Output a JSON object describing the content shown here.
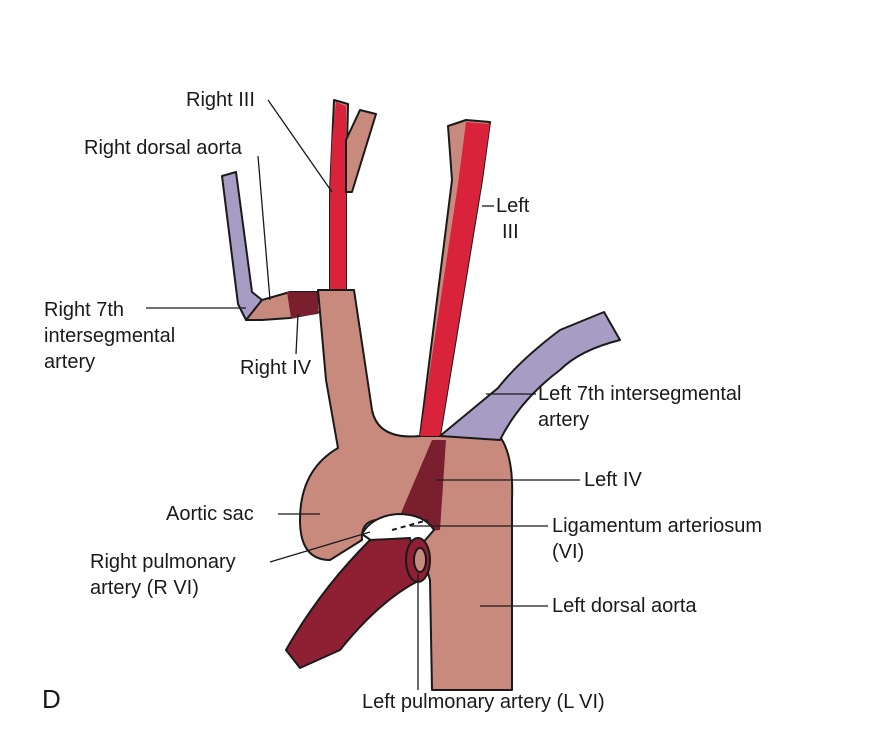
{
  "figure": {
    "panel_letter": "D",
    "labels": {
      "right_iii": "Right III",
      "right_dorsal_aorta": "Right dorsal aorta",
      "left_iii_1": "Left",
      "left_iii_2": "III",
      "right_7th_1": "Right 7th",
      "right_7th_2": "intersegmental",
      "right_7th_3": "artery",
      "right_iv": "Right IV",
      "left_7th_1": "Left 7th intersegmental",
      "left_7th_2": "artery",
      "left_iv": "Left IV",
      "aortic_sac": "Aortic sac",
      "ligamentum_1": "Ligamentum arteriosum",
      "ligamentum_2": "(VI)",
      "right_pulm_1": "Right pulmonary",
      "right_pulm_2": "artery (R VI)",
      "left_dorsal_aorta": "Left dorsal aorta",
      "left_pulmonary": "Left pulmonary artery (L VI)"
    },
    "colors": {
      "aortic_tissue": "#c98a7e",
      "arch_iii": "#d9233a",
      "arch_iv": "#7a1f2e",
      "pulmonary": "#8f2033",
      "intersegmental": "#a79cc4",
      "outline": "#1a1a1a"
    }
  }
}
